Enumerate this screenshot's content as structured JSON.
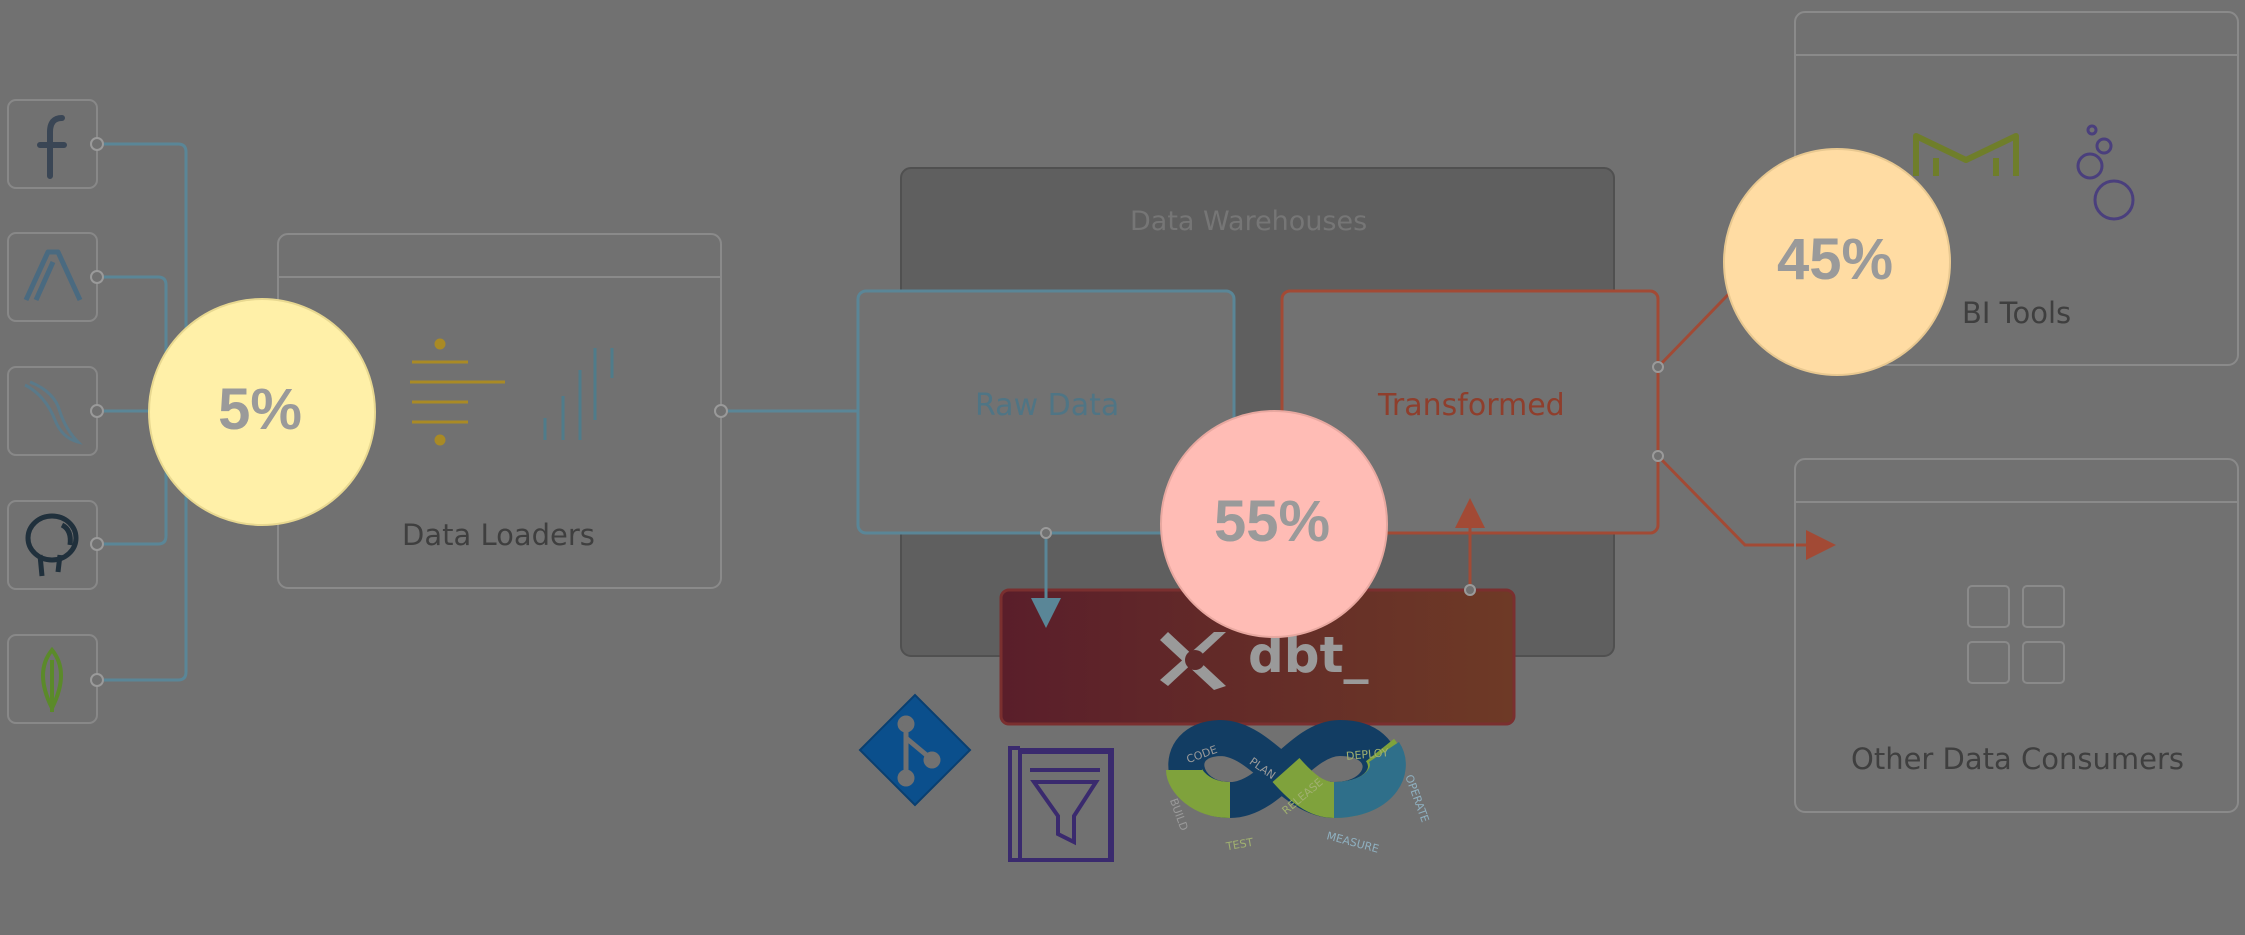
{
  "diagram": {
    "warehouse_title": "Data Warehouses",
    "raw_data_label": "Raw Data",
    "transformed_label": "Transformed",
    "data_loaders_label": "Data Loaders",
    "bi_tools_label": "BI Tools",
    "other_consumers_label": "Other Data Consumers",
    "dbt_label": "dbt_",
    "sources": [
      "facebook-icon",
      "amplitude-icon",
      "mysql-icon",
      "postgresql-icon",
      "mongodb-icon"
    ],
    "devops_stages": [
      "CODE",
      "PLAN",
      "BUILD",
      "TEST",
      "RELEASE",
      "DEPLOY",
      "OPERATE",
      "MEASURE"
    ],
    "colors": {
      "raw": "#5a8697",
      "transformed": "#a24a35",
      "bubble_5": "#fff0a8",
      "bubble_45": "#ffdca3",
      "bubble_55": "#ffbcb5",
      "git": "#0b4f8c",
      "devops_blue": "#123d63",
      "devops_green": "#7fa23c"
    }
  },
  "bubbles": {
    "left": "5%",
    "center": "55%",
    "right": "45%"
  }
}
